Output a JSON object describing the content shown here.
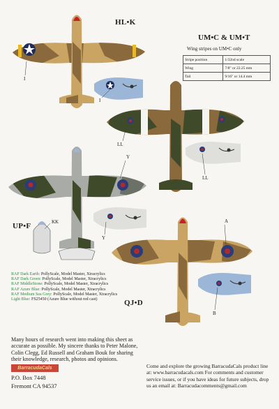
{
  "codes": {
    "hlk": "HL•K",
    "upf": "UP•F",
    "qjd": "QJ•D"
  },
  "stripes": {
    "heading": "UM•C & UM•T",
    "caption": "Wing stripes on UM•C only",
    "rows": [
      {
        "label": "Stripe position",
        "value": "1/32nd scale"
      },
      {
        "label": "Wing",
        "value": "7/8\" or 22.25 mm"
      },
      {
        "label": "Tail",
        "value": "9/16\" or 14.4 mm"
      }
    ]
  },
  "callouts": {
    "i1": "I",
    "i2": "I",
    "ll1": "LL",
    "ll2": "LL",
    "y1": "Y",
    "y2": "Y",
    "kk": "KK",
    "a": "A",
    "b": "B"
  },
  "paints": [
    {
      "name": "RAF Dark Earth:",
      "detail": "PollyScale, Model Master, Xtracrylics"
    },
    {
      "name": "RAF Dark Green:",
      "detail": "PollyScale, Model Master, Xtracrylics"
    },
    {
      "name": "RAF MiddleStone:",
      "detail": "PollyScale, Model Master, Xtracrylics"
    },
    {
      "name": "RAF Azure Blue:",
      "detail": "PollyScale, Model Master, Xtracrylics"
    },
    {
      "name": "RAF Medium Sea Grey:",
      "detail": "PollyScale, Model Master, Xtracrylics"
    },
    {
      "name": "Light Blue:",
      "detail": "FS25450 (Azure Blue without red cast)"
    }
  ],
  "research_text": "Many hours of research went into making this sheet as accurate as possible. My sincere thanks to Peter Malone, Colin Clegg, Ed Russell and Graham Bouk for sharing their knowledge, research, photos and opinions.",
  "brand": {
    "logo_text": "BarracudaCals",
    "address_line1": "P.O. Box 7448",
    "address_line2": "Fremont CA 94537"
  },
  "explore_text": "Come and explore the growing BarracudaCals product line at: www.barracudacals.com For comments and customer service issues, or if you have ideas for future subjects, drop us an email at: Barracudacomments@gmail.com",
  "colors": {
    "dark_earth": "#8a6a3c",
    "middle_stone": "#c9a463",
    "dark_green": "#3f4a2a",
    "sea_grey": "#a9aca6",
    "ocean_grey": "#6c7168",
    "azure_blue": "#9bb6d6",
    "roundel_blue": "#2a3c7a",
    "roundel_red": "#b02a2a",
    "spinner_red": "#c8202a",
    "yellow": "#e8b828",
    "paint_label_green": "#2a8a3a"
  }
}
